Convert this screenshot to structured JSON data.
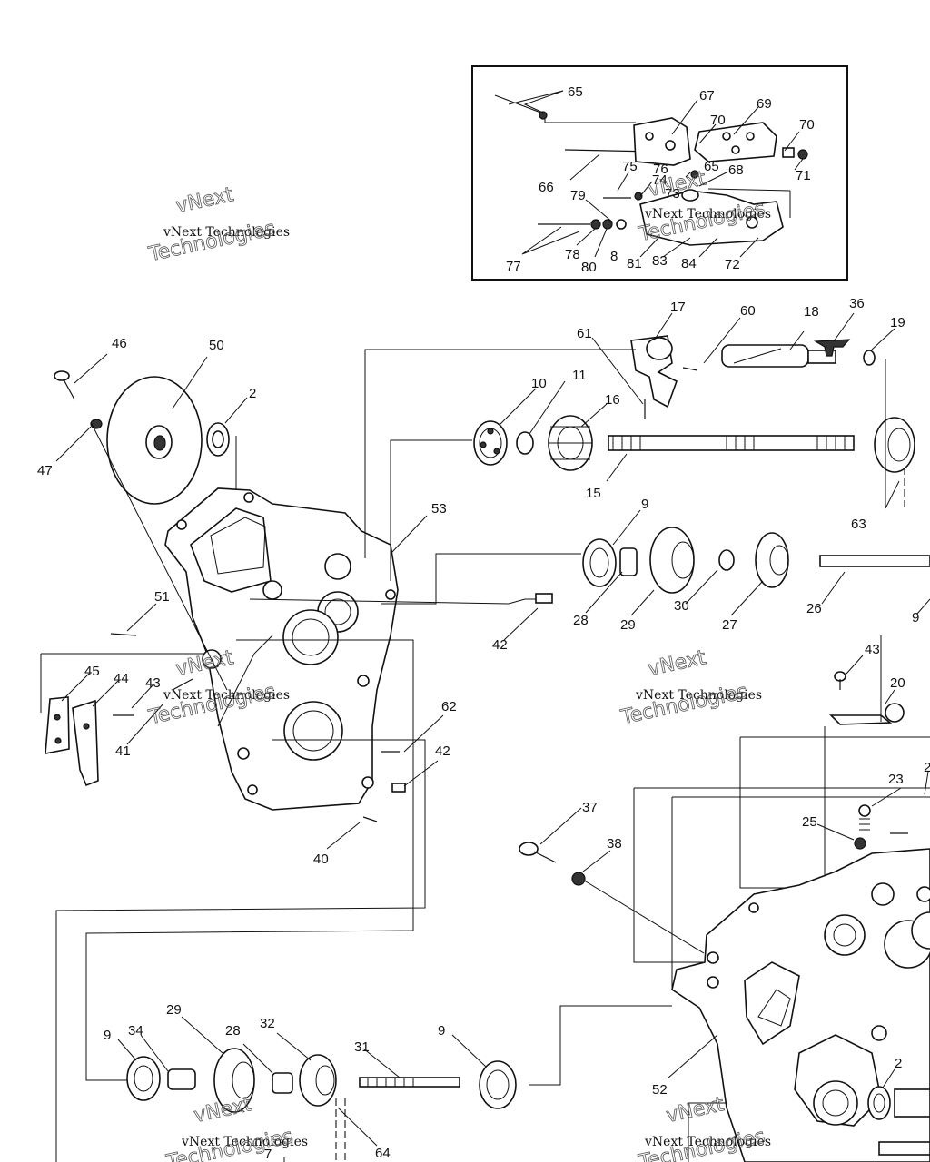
{
  "watermark": {
    "small_text": "vNext Technologies",
    "outline_top": "vNext",
    "outline_bottom": "Technologies"
  },
  "callouts": [
    "65",
    "67",
    "70",
    "69",
    "70",
    "76",
    "65",
    "68",
    "71",
    "75",
    "74",
    "66",
    "79",
    "73",
    "77",
    "78",
    "80",
    "8",
    "81",
    "83",
    "84",
    "72",
    "17",
    "60",
    "18",
    "36",
    "19",
    "61",
    "10",
    "11",
    "16",
    "15",
    "63",
    "46",
    "50",
    "2",
    "47",
    "53",
    "9",
    "28",
    "30",
    "29",
    "27",
    "26",
    "9",
    "51",
    "42",
    "43",
    "20",
    "45",
    "44",
    "43",
    "41",
    "62",
    "42",
    "40",
    "37",
    "38",
    "23",
    "2",
    "25",
    "29",
    "28",
    "32",
    "9",
    "34",
    "31",
    "9",
    "64",
    "7",
    "52",
    "2"
  ]
}
